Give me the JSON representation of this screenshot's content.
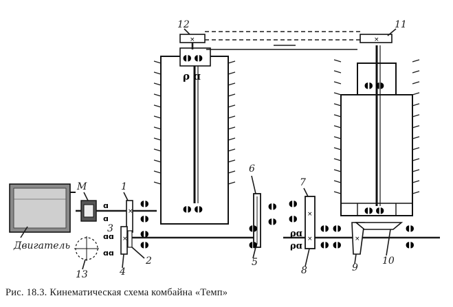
{
  "labels": {
    "motor": "Двигатель",
    "coupling": "М",
    "p1": "1",
    "p2": "2",
    "p3": "3",
    "p4": "4",
    "p5": "5",
    "p6": "6",
    "p7": "7",
    "p8": "8",
    "p9": "9",
    "p10": "10",
    "p11": "11",
    "p12": "12",
    "p13": "13"
  },
  "caption": "Рис. 18.3. Кинематическая схема комбайна «Темп»"
}
